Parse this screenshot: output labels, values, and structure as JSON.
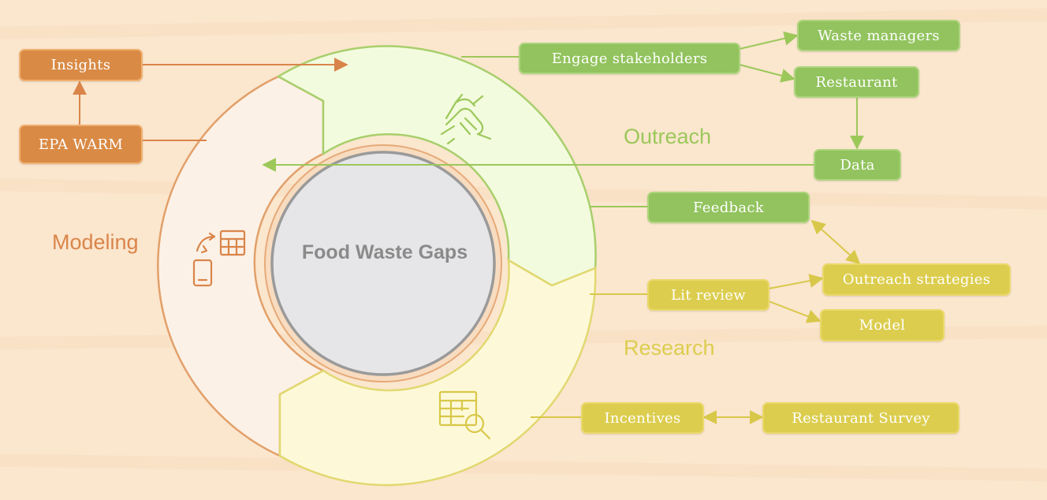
{
  "center": {
    "title": "Food Waste Gaps"
  },
  "sections": {
    "outreach": {
      "label": "Outreach",
      "color": "#9cc85a"
    },
    "research": {
      "label": "Research",
      "color": "#dccd4e"
    },
    "modeling": {
      "label": "Modeling",
      "color": "#d9854a"
    }
  },
  "nodes": {
    "insights": "Insights",
    "epa_warm": "EPA WARM",
    "engage_stakeholders": "Engage stakeholders",
    "waste_managers": "Waste managers",
    "restaurant": "Restaurant",
    "data": "Data",
    "feedback": "Feedback",
    "outreach_strategies": "Outreach strategies",
    "lit_review": "Lit review",
    "model": "Model",
    "incentives": "Incentives",
    "restaurant_survey": "Restaurant Survey"
  },
  "icons": {
    "outreach": "handshake-icon",
    "modeling": "data-transfer-icon",
    "research": "table-search-icon"
  }
}
